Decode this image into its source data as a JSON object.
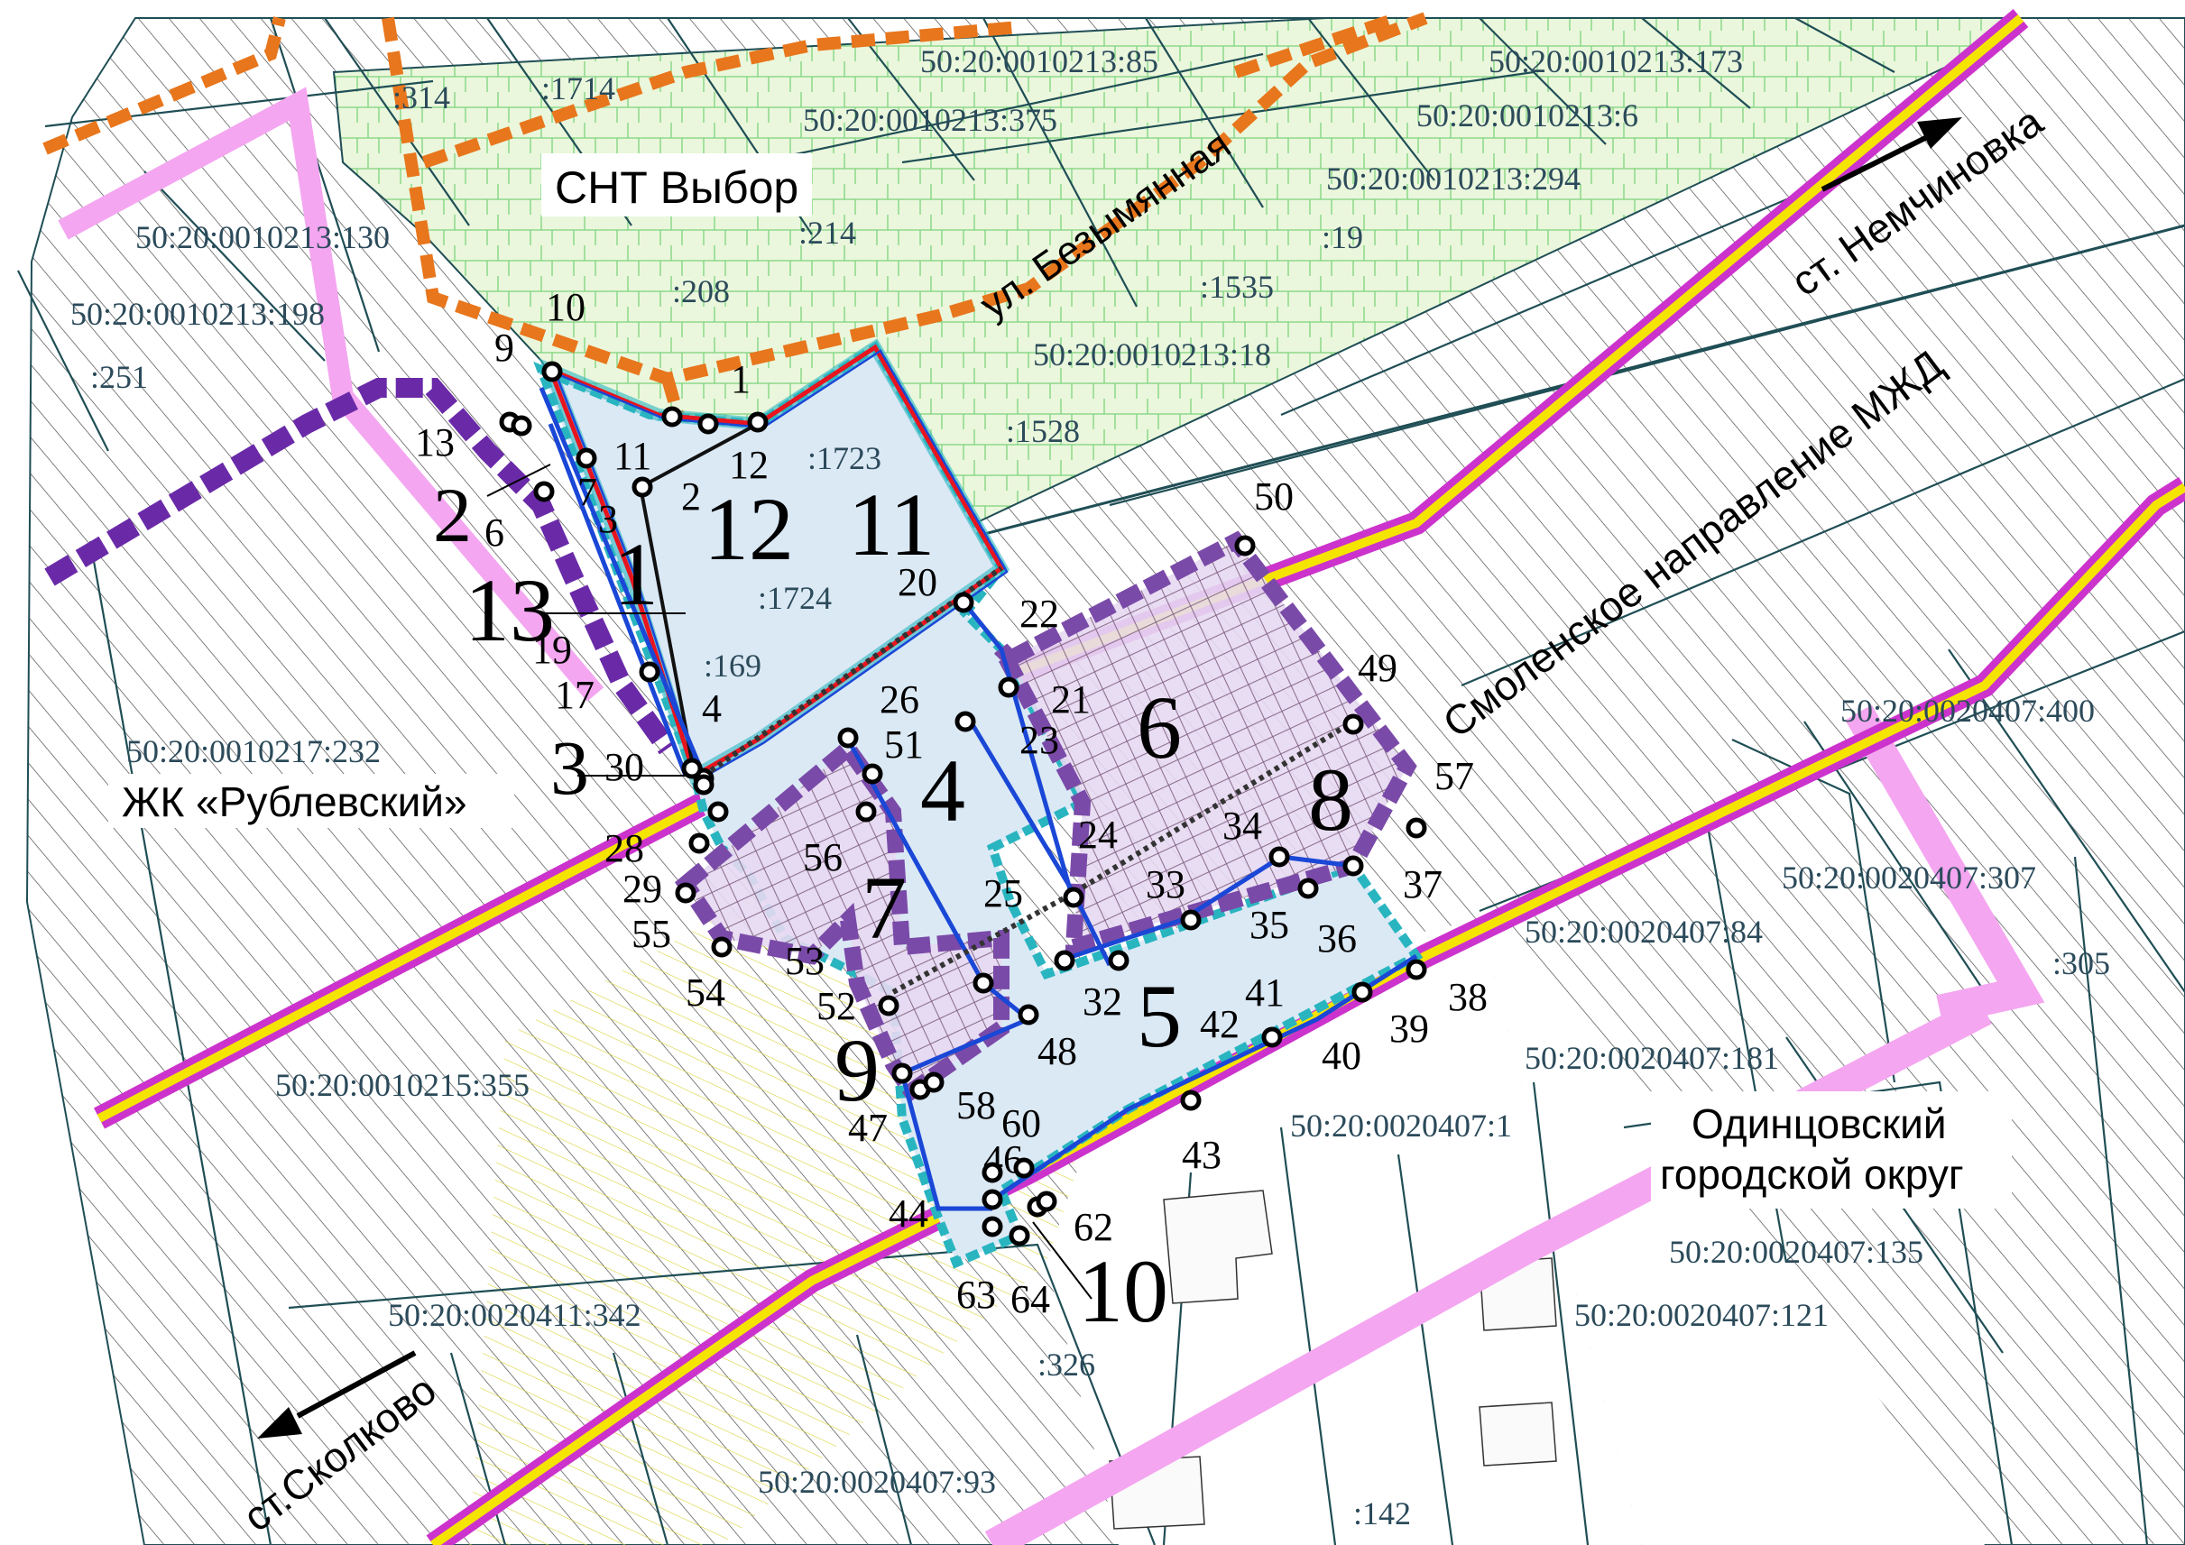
{
  "place_labels": {
    "snt": "СНТ Выбор",
    "street": "ул. Безымянная",
    "station_east": "ст. Немчиновка",
    "railway": "Смоленское направление МЖД",
    "complex": "ЖК «Рублевский»",
    "district_line1": "Одинцовский",
    "district_line2": "городской округ",
    "station_west": "ст.Сколково"
  },
  "cadastral_labels": [
    "50:20:0010213:85",
    "50:20:0010213:173",
    "50:20:0010213:375",
    "50:20:0010213:6",
    "50:20:0010213:294",
    "50:20:0010213:18",
    "50:20:0010213:130",
    "50:20:0010213:198",
    "50:20:0010217:232",
    "50:20:0010215:355",
    "50:20:0020411:342",
    "50:20:0020407:93",
    "50:20:0020407:400",
    "50:20:0020407:307",
    "50:20:0020407:84",
    "50:20:0020407:181",
    "50:20:0020407:1",
    "50:20:0020407:135",
    "50:20:0020407:121",
    ":314",
    ":1714",
    ":214",
    ":208",
    ":19",
    ":1535",
    ":1528",
    ":1723",
    ":1724",
    ":169",
    ":251",
    ":305",
    ":326",
    ":142"
  ],
  "zone_numbers": [
    "1",
    "2",
    "3",
    "4",
    "5",
    "6",
    "7",
    "8",
    "9",
    "10",
    "11",
    "12",
    "13"
  ],
  "point_numbers": [
    "1",
    "2",
    "3",
    "4",
    "6",
    "7",
    "9",
    "10",
    "11",
    "12",
    "13",
    "17",
    "19",
    "20",
    "21",
    "22",
    "23",
    "24",
    "25",
    "26",
    "28",
    "29",
    "30",
    "32",
    "33",
    "34",
    "35",
    "36",
    "37",
    "38",
    "39",
    "40",
    "41",
    "42",
    "43",
    "44",
    "46",
    "47",
    "48",
    "49",
    "50",
    "51",
    "52",
    "53",
    "54",
    "55",
    "56",
    "57",
    "58",
    "60",
    "62",
    "63",
    "64"
  ],
  "colors": {
    "hatch": "#4a4a4a",
    "parcel_line": "#1f4e55",
    "snt_fill": "#eaf7dc",
    "snt_pattern": "#7dd37d",
    "orange_boundary": "#e8761c",
    "purple_boundary": "#6a2aa8",
    "lilac_fill": "#e7d9f2",
    "light_blue_fill": "#dbe9f5",
    "road_yellow": "#f5e400",
    "road_magenta": "#cc33cc",
    "pink_band": "#f4a6f0",
    "red_boundary": "#e8141e",
    "blue_boundary": "#1a47d6",
    "teal_buffer": "#29b5c0"
  }
}
